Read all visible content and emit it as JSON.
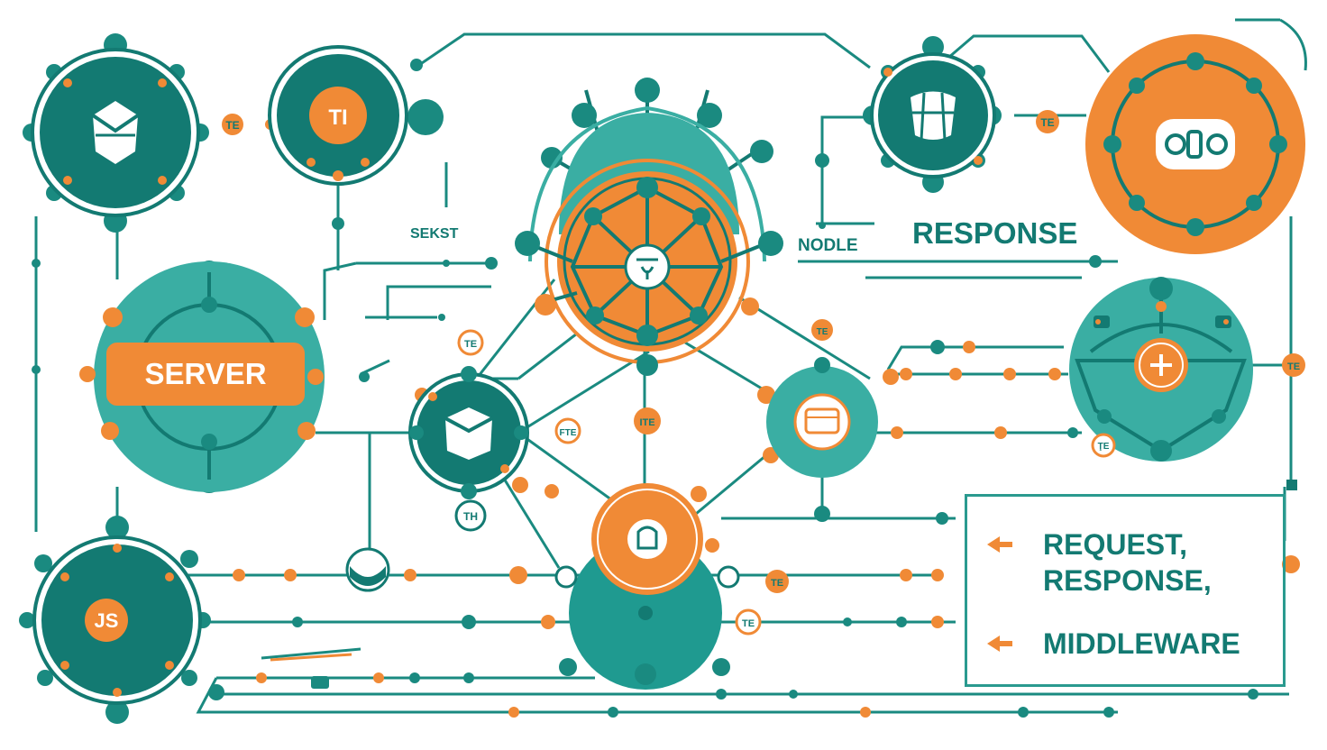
{
  "labels": {
    "server": "SERVER",
    "response": "RESPONSE",
    "nodle": "NODLE",
    "sekst": "SEKST",
    "js": "JS",
    "tag_te": "TE",
    "tag_ti": "TI",
    "tag_th": "TH",
    "tag_te2": "ŢE",
    "tag_fte": "FTE",
    "tag_ite": "ITE"
  },
  "legend": {
    "items": [
      {
        "text": "REQUEST,"
      },
      {
        "text": "RESPONSE,"
      },
      {
        "text": "MIDDLEWARE"
      }
    ]
  },
  "colors": {
    "teal": "#1a8a80",
    "teal_dark": "#137a72",
    "teal_light": "#3aaea3",
    "orange": "#f08a36"
  }
}
